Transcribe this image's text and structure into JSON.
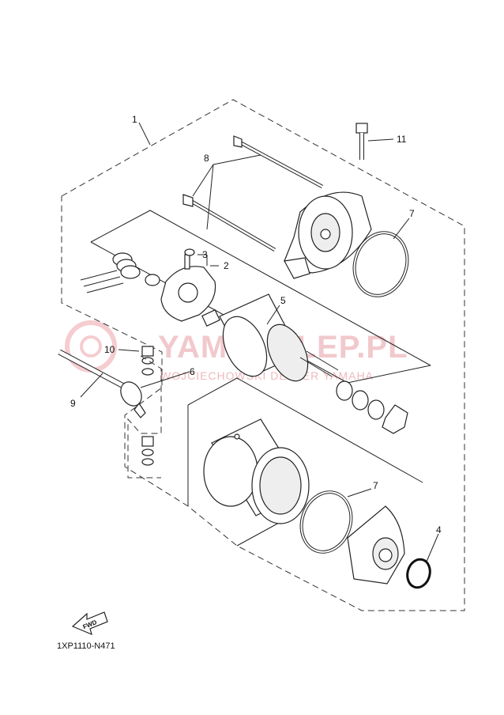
{
  "watermark": {
    "brand": "YAMASKLEP.PL",
    "tagline": "WOJCIECHOWSKI DEALER YAMAHA",
    "logo": "yamaha-tuning-fork-logo"
  },
  "diagram_code": "1XP1110-N471",
  "fwd_label": "FWD",
  "callouts": {
    "c1": "1",
    "c2": "2",
    "c3": "3",
    "c4": "4",
    "c5": "5",
    "c6": "6",
    "c7a": "7",
    "c7b": "7",
    "c8": "8",
    "c9": "9",
    "c10": "10",
    "c11": "11"
  },
  "colors": {
    "line": "#222222",
    "watermark": "#f1c9cc"
  }
}
